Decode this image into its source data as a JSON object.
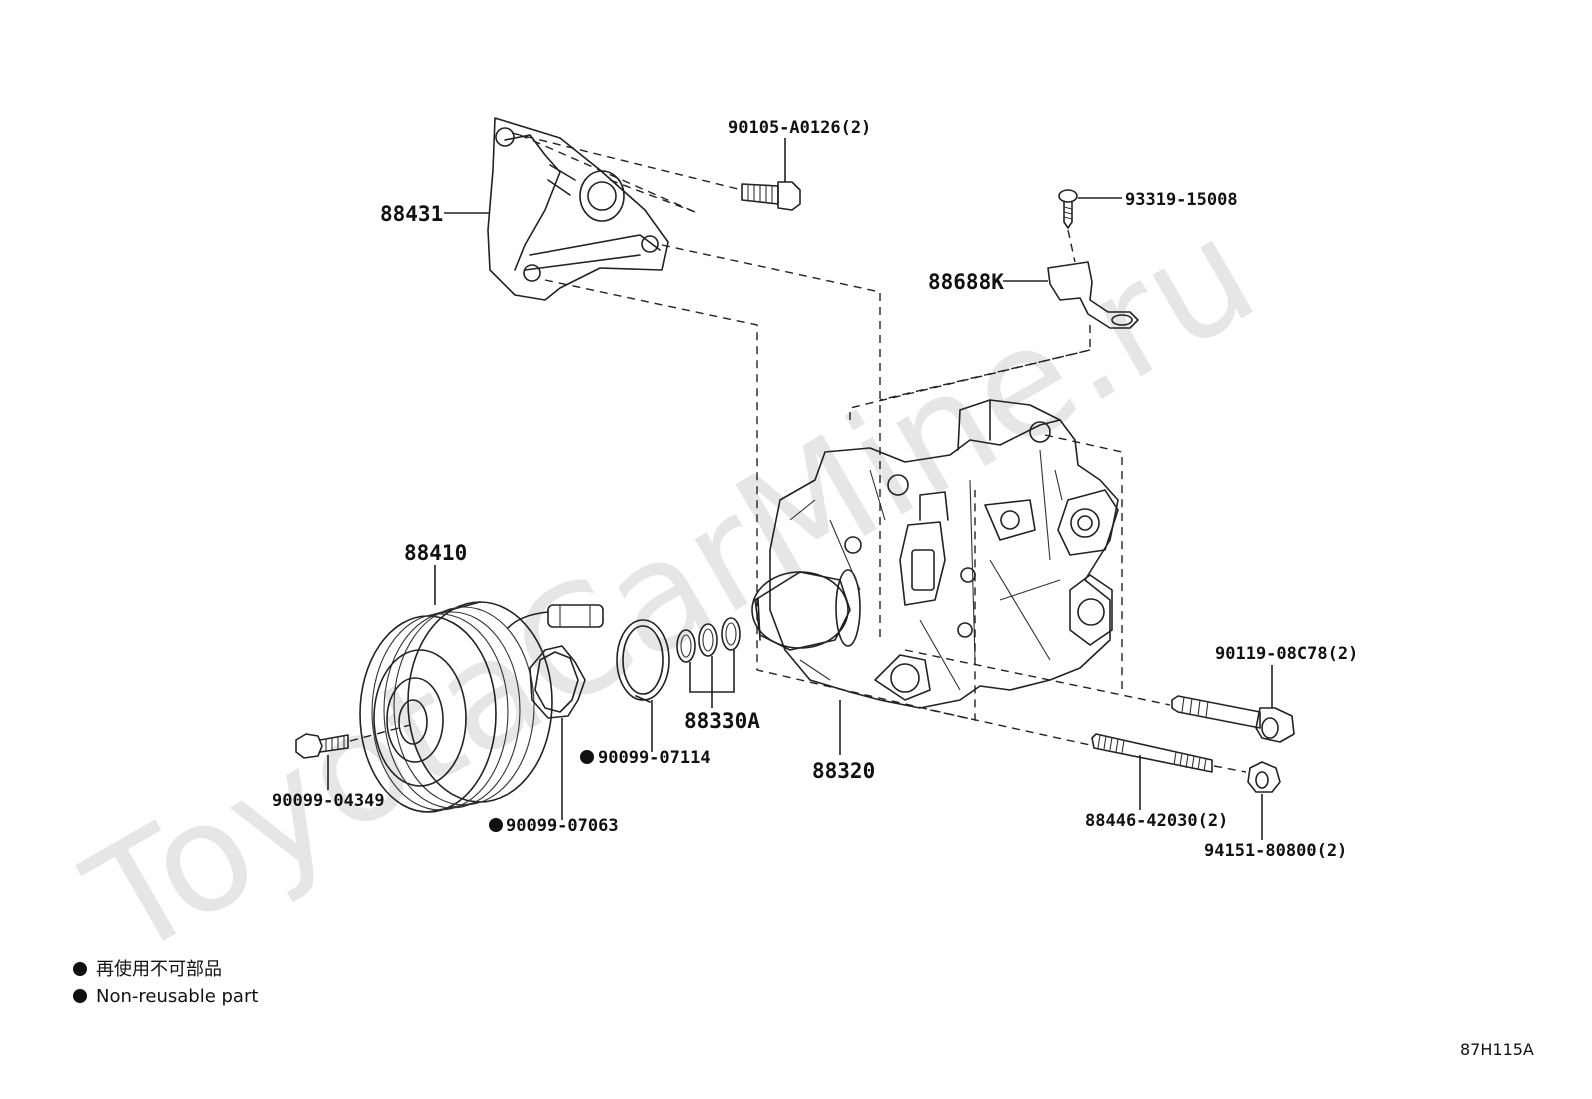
{
  "watermark": "ToyotaCarMine.ru",
  "diagram_code": "87H115A",
  "parts": {
    "bracket": "88431",
    "bracket_bolt": "90105-A0126(2)",
    "screw": "93319-15008",
    "clamp": "88688K",
    "compressor": "88320",
    "clutch": "88410",
    "bolt_center": "90099-04349",
    "shim": "90099-07063",
    "snap_ring": "90099-07114",
    "washers": "88330A",
    "stud_bolt_upper": "90119-08C78(2)",
    "stud_bolt_lower": "88446-42030(2)",
    "nut": "94151-80800(2)"
  },
  "legend": {
    "jp": "再使用不可部品",
    "en": "Non-reusable part"
  }
}
